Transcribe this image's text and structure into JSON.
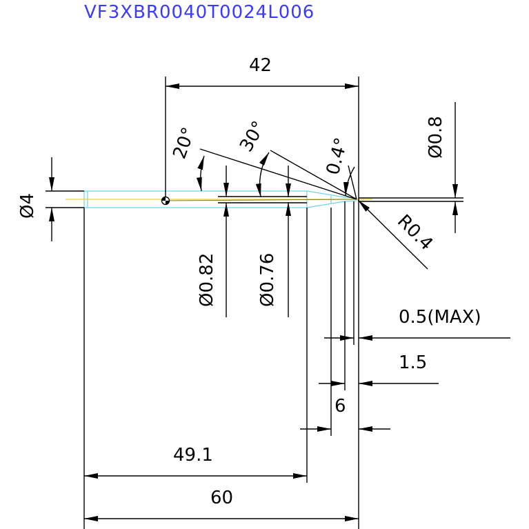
{
  "title": "VF3XBR0040T0024L006",
  "colors": {
    "title": "#3b3bff",
    "dimension": "#000000",
    "tool_outline": "#6fd3ea",
    "center_line": "#e8d23a"
  },
  "dimensions": {
    "length_42": "42",
    "length_60": "60",
    "length_49_1": "49.1",
    "length_6": "6",
    "length_1_5": "1.5",
    "length_0_5_max": "0.5(MAX)",
    "angle_20": "20°",
    "angle_30": "30°",
    "angle_0_4": "0.4°",
    "diameter_4": "Ø4",
    "diameter_0_8": "Ø0.8",
    "diameter_0_82": "Ø0.82",
    "diameter_0_76": "Ø0.76",
    "radius_0_4": "R0.4"
  }
}
